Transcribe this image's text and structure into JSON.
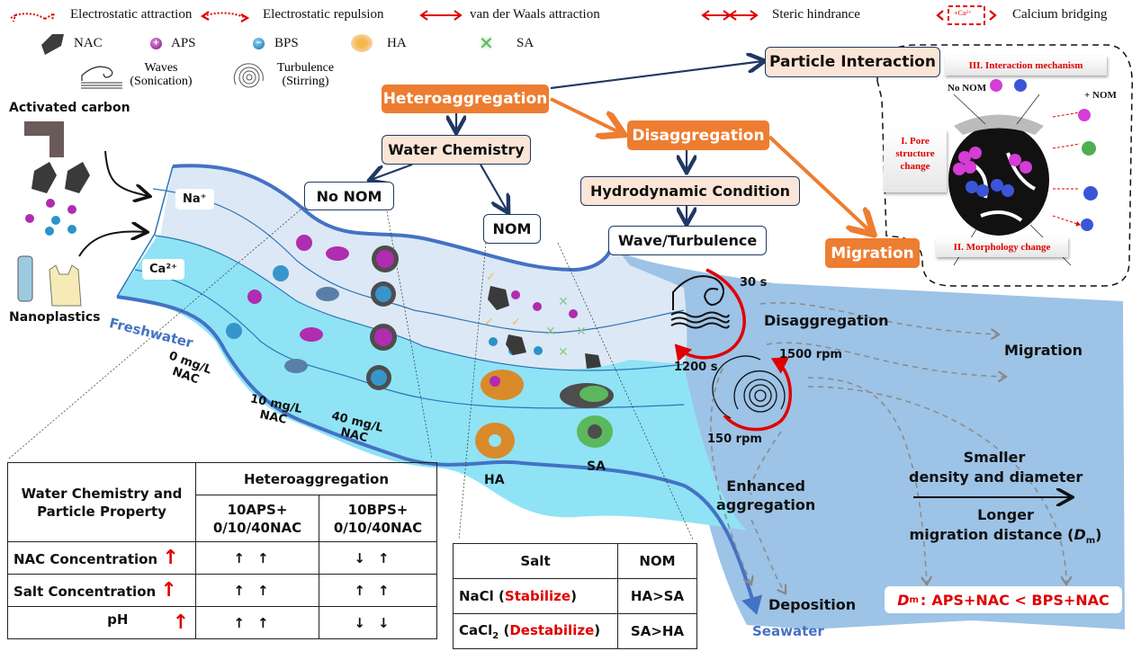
{
  "legend": {
    "row1": [
      {
        "icon": "electrostatic-attraction-icon",
        "label": "Electrostatic attraction"
      },
      {
        "icon": "electrostatic-repulsion-icon",
        "label": "Electrostatic repulsion"
      },
      {
        "icon": "van-der-waals-icon",
        "label": "van der Waals attraction"
      },
      {
        "icon": "steric-hindrance-icon",
        "label": "Steric hindrance"
      },
      {
        "icon": "calcium-bridging-icon",
        "label": "Calcium bridging",
        "icon_text": "+Ca²⁺"
      }
    ],
    "row2": [
      {
        "icon": "nac-particle-icon",
        "label": "NAC"
      },
      {
        "icon": "aps-particle-icon",
        "label": "APS"
      },
      {
        "icon": "bps-particle-icon",
        "label": "BPS"
      },
      {
        "icon": "ha-icon",
        "label": "HA"
      },
      {
        "icon": "sa-icon",
        "label": "SA"
      }
    ],
    "row3": [
      {
        "icon": "waves-icon",
        "label_line1": "Waves",
        "label_line2": "(Sonication)"
      },
      {
        "icon": "turbulence-icon",
        "label_line1": "Turbulence",
        "label_line2": "(Stirring)"
      }
    ]
  },
  "sources": {
    "activated_carbon": "Activated carbon",
    "nanoplastics": "Nanoplastics"
  },
  "river": {
    "freshwater": "Freshwater",
    "seawater": "Seawater",
    "ion_na": "Na⁺",
    "ion_ca": "Ca²⁺",
    "conc_0": [
      "0 mg/L",
      "NAC"
    ],
    "conc_10": [
      "10 mg/L",
      "NAC"
    ],
    "conc_40": [
      "40 mg/L",
      "NAC"
    ],
    "ha": "HA",
    "sa": "SA"
  },
  "flow": {
    "heteroaggregation": "Heteroaggregation",
    "water_chemistry": "Water Chemistry",
    "no_nom": "No NOM",
    "nom": "NOM",
    "disaggregation": "Disaggregation",
    "hydrodynamic": "Hydrodynamic Condition",
    "wave_turbulence": "Wave/Turbulence",
    "particle_interaction": "Particle Interaction",
    "migration": "Migration"
  },
  "mechanism": {
    "title": "III. Interaction mechanism",
    "pore": [
      "I. Pore",
      "structure",
      "change"
    ],
    "morphology": "II. Morphology change",
    "no_nom": "No NOM",
    "plus_nom": "+ NOM"
  },
  "sea": {
    "t30": "30 s",
    "t1200": "1200 s",
    "rpm1500": "1500 rpm",
    "rpm150": "150 rpm",
    "disaggregation": "Disaggregation",
    "migration": "Migration",
    "enhanced": [
      "Enhanced",
      "aggregation"
    ],
    "deposition": "Deposition",
    "smaller": [
      "Smaller",
      "density and diameter"
    ],
    "longer": [
      "Longer",
      "migration distance ("
    ],
    "dm_sym": "D",
    "dm_sub": "m",
    "dm_close": ")",
    "result": "APS+NAC < BPS+NAC"
  },
  "table1": {
    "header_left": [
      "Water Chemistry and",
      "Particle Property"
    ],
    "header_top": "Heteroaggregation",
    "col_aps": [
      "10APS+",
      "0/10/40NAC"
    ],
    "col_bps": [
      "10BPS+",
      "0/10/40NAC"
    ],
    "rows": [
      {
        "label": "NAC Concentration",
        "trend": "↑",
        "aps": "↑↑",
        "bps": "↓↑"
      },
      {
        "label": "Salt Concentration",
        "trend": "↑",
        "aps": "↑↑",
        "bps": "↑↑"
      },
      {
        "label": "pH",
        "trend": "↑",
        "aps": "↑↑",
        "bps": "↓↓"
      }
    ]
  },
  "table2": {
    "header_salt": "Salt",
    "header_nom": "NOM",
    "rows": [
      {
        "salt": "NaCl",
        "effect": "Stabilize",
        "nom": "HA>SA"
      },
      {
        "salt": "CaCl",
        "salt_sub": "2",
        "effect": "Destabilize",
        "nom": "SA>HA"
      }
    ]
  },
  "colors": {
    "orange": "#ed7d31",
    "peach": "#fbe5d6",
    "navy": "#1f3864",
    "red": "#e00000",
    "river_light": "#dce8f5",
    "river_cyan": "#8fe3f5",
    "sea": "#9dc3e6",
    "river_edge": "#4472c4"
  }
}
